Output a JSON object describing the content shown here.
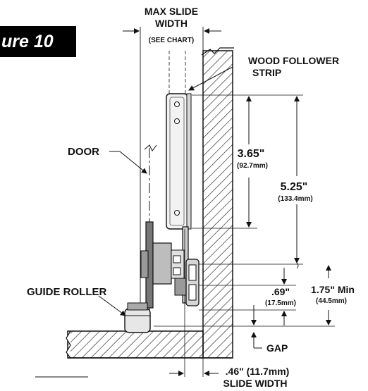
{
  "figure_label": "ure 10",
  "labels": {
    "max_slide_width_1": "MAX SLIDE",
    "max_slide_width_2": "WIDTH",
    "see_chart": "(SEE CHART)",
    "wood_follower_1": "WOOD FOLLOWER",
    "wood_follower_2": "STRIP",
    "door": "DOOR",
    "guide_roller": "GUIDE ROLLER",
    "gap": "GAP",
    "dim_365": "3.65\"",
    "dim_365_mm": "(92.7mm)",
    "dim_525": "5.25\"",
    "dim_525_mm": "(133.4mm)",
    "dim_069": ".69\"",
    "dim_069_mm": "(17.5mm)",
    "dim_175": "1.75\" Min",
    "dim_175_mm": "(44.5mm)",
    "slide_width_1": ".46\" (11.7mm)",
    "slide_width_2": "SLIDE WIDTH"
  }
}
